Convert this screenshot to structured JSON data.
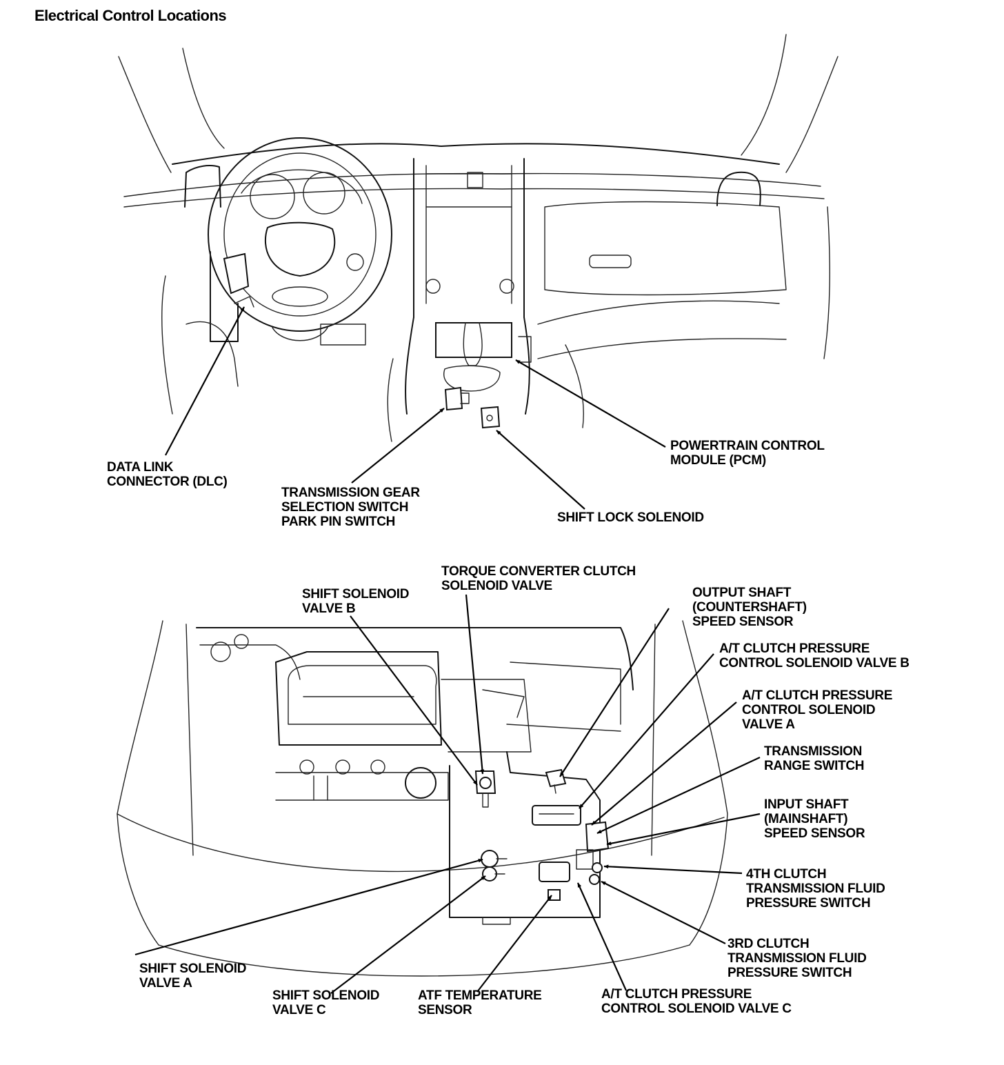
{
  "title": "Electrical Control Locations",
  "components": {
    "dlc": [
      "DATA LINK",
      "CONNECTOR (DLC)"
    ],
    "gear_switch": [
      "TRANSMISSION GEAR",
      "SELECTION SWITCH",
      "PARK PIN SWITCH"
    ],
    "shift_lock": [
      "SHIFT LOCK SOLENOID"
    ],
    "pcm": [
      "POWERTRAIN CONTROL",
      "MODULE (PCM)"
    ],
    "tcc_solenoid": [
      "TORQUE CONVERTER CLUTCH",
      "SOLENOID VALVE"
    ],
    "shift_solenoid_b": [
      "SHIFT SOLENOID",
      "VALVE B"
    ],
    "output_shaft_sensor": [
      "OUTPUT SHAFT",
      "(COUNTERSHAFT)",
      "SPEED SENSOR"
    ],
    "pcs_valve_b": [
      "A/T CLUTCH PRESSURE",
      "CONTROL SOLENOID VALVE B"
    ],
    "pcs_valve_a": [
      "A/T CLUTCH PRESSURE",
      "CONTROL SOLENOID",
      "VALVE A"
    ],
    "range_switch": [
      "TRANSMISSION",
      "RANGE SWITCH"
    ],
    "input_shaft_sensor": [
      "INPUT SHAFT",
      "(MAINSHAFT)",
      "SPEED SENSOR"
    ],
    "fourth_clutch_switch": [
      "4TH CLUTCH",
      "TRANSMISSION FLUID",
      "PRESSURE SWITCH"
    ],
    "third_clutch_switch": [
      "3RD CLUTCH",
      "TRANSMISSION FLUID",
      "PRESSURE SWITCH"
    ],
    "shift_solenoid_a": [
      "SHIFT SOLENOID",
      "VALVE A"
    ],
    "shift_solenoid_c": [
      "SHIFT SOLENOID",
      "VALVE C"
    ],
    "atf_sensor": [
      "ATF TEMPERATURE",
      "SENSOR"
    ],
    "pcs_valve_c": [
      "A/T CLUTCH PRESSURE",
      "CONTROL SOLENOID VALVE C"
    ]
  },
  "colors": {
    "ink": "#000000",
    "paper": "#ffffff"
  }
}
